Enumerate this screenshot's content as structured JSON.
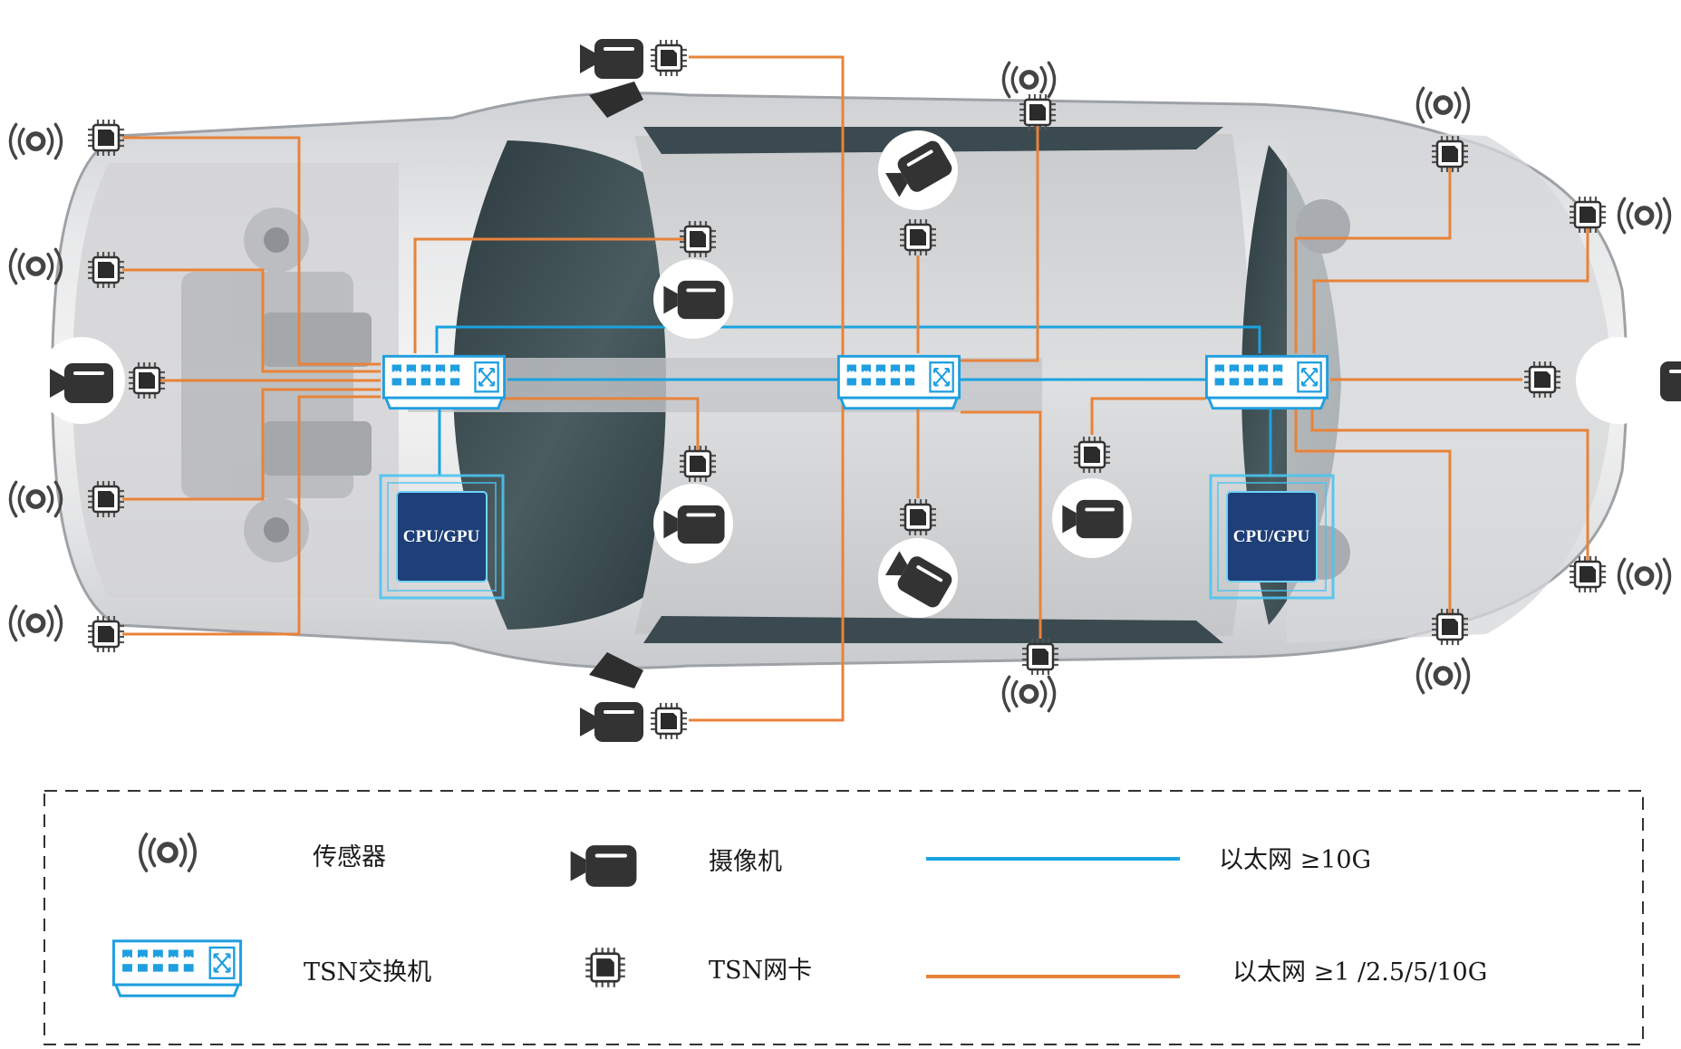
{
  "colors": {
    "ethernet_high": "#1aa3e0",
    "ethernet_low": "#e8833a",
    "switch_blue": "#1f9fe0",
    "cpu_fill": "#1e3f78",
    "icon_dark": "#333333"
  },
  "processors": {
    "front_label": "CPU/GPU",
    "rear_label": "CPU/GPU"
  },
  "legend": {
    "sensor_icon": "sensor-waves-icon",
    "sensor_label": "传感器",
    "camera_icon": "video-camera-icon",
    "camera_label": "摄像机",
    "eth_high_label": "以太网 ≥10G",
    "switch_icon": "tsn-switch-icon",
    "switch_label": "TSN交换机",
    "nic_icon": "nic-chip-icon",
    "nic_label": "TSN网卡",
    "eth_low_label": "以太网 ≥1 /2.5/5/10G"
  }
}
